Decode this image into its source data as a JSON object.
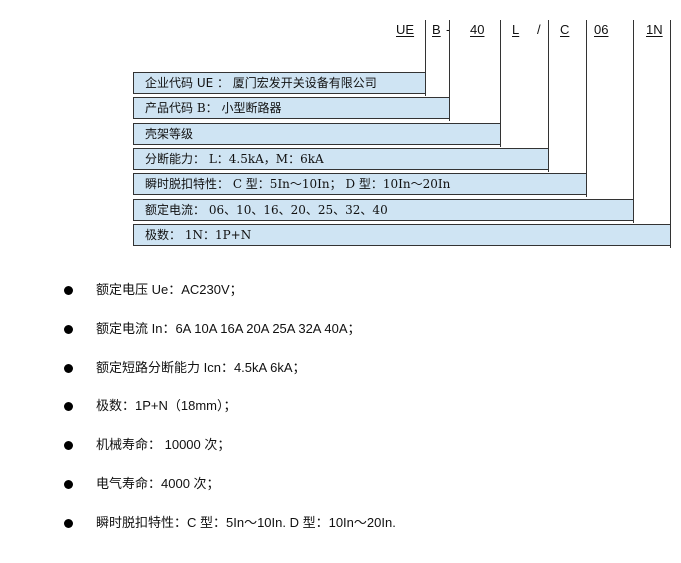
{
  "model_code": {
    "segments": [
      "UE",
      "B",
      "-",
      "40",
      "L",
      "/",
      "C",
      "06",
      "1N"
    ]
  },
  "code_rows": [
    "企业代码 UE ： 厦门宏发开关设备有限公司",
    "产品代码 B： 小型断路器",
    "壳架等级",
    "分断能力：  L：4.5kA，M：6kA",
    "瞬时脱扣特性：  C 型：5In～10In；  D 型：10In～20In",
    "额定电流：  06、10、16、20、25、32、40",
    "极数：  1N：1P+N"
  ],
  "specs": [
    "额定电压 Ue：AC230V；",
    "额定电流 In：6A   10A   16A   20A   25A   32A   40A；",
    "额定短路分断能力 Icn：4.5kA     6kA；",
    "极数：1P+N（18mm）；",
    "机械寿命： 10000 次；",
    "电气寿命：4000 次；",
    "瞬时脱扣特性：C 型：5In～10In.  D 型：10In～20In."
  ],
  "colors": {
    "bar_fill": "#cfe4f3",
    "line": "#333333"
  }
}
